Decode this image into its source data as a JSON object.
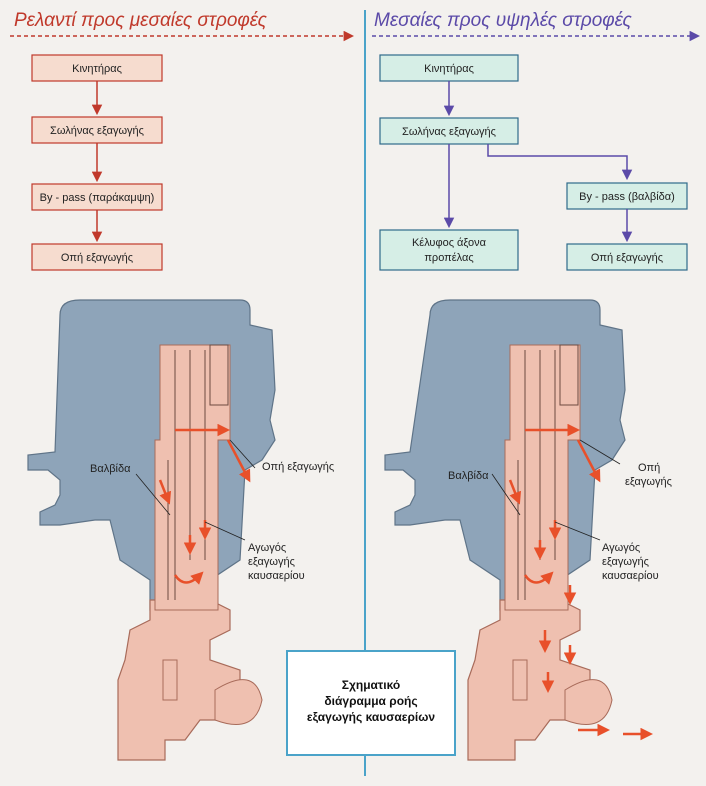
{
  "colors": {
    "left_accent": "#c0392b",
    "right_accent": "#5b4aa8",
    "box_fill": "#f6dccf",
    "box_fill_right": "#d6eee6",
    "box_stroke_left": "#c0392b",
    "box_stroke_right": "#2f6b8a",
    "engine_upper": "#8ea4b9",
    "engine_lower": "#efc0b0",
    "divider": "#4aa3c9"
  },
  "left": {
    "title": "Ρελαντί προς μεσαίες στροφές",
    "flow": [
      "Κινητήρας",
      "Σωλήνας εξαγωγής",
      "By - pass (παράκαμψη)",
      "Οπή εξαγωγής"
    ],
    "labels": {
      "valve": "Βαλβίδα",
      "exhaust_hole": "Οπή εξαγωγής",
      "duct_1": "Αγωγός",
      "duct_2": "εξαγωγής",
      "duct_3": "καυσαερίου"
    }
  },
  "right": {
    "title": "Μεσαίες προς υψηλές στροφές",
    "flow_main": [
      "Κινητήρας",
      "Σωλήνας εξαγωγής"
    ],
    "propeller_box_1": "Κέλυφος άξονα",
    "propeller_box_2": "προπέλας",
    "bypass": "By - pass (βαλβίδα)",
    "bypass_exit": "Οπή εξαγωγής",
    "labels": {
      "valve": "Βαλβίδα",
      "exhaust_hole_1": "Οπή",
      "exhaust_hole_2": "εξαγωγής",
      "duct_1": "Αγωγός",
      "duct_2": "εξαγωγής",
      "duct_3": "καυσαερίου"
    }
  },
  "caption": {
    "line1": "Σχηματικό",
    "line2": "διάγραμμα ροής",
    "line3": "εξαγωγής καυσαερίων"
  }
}
